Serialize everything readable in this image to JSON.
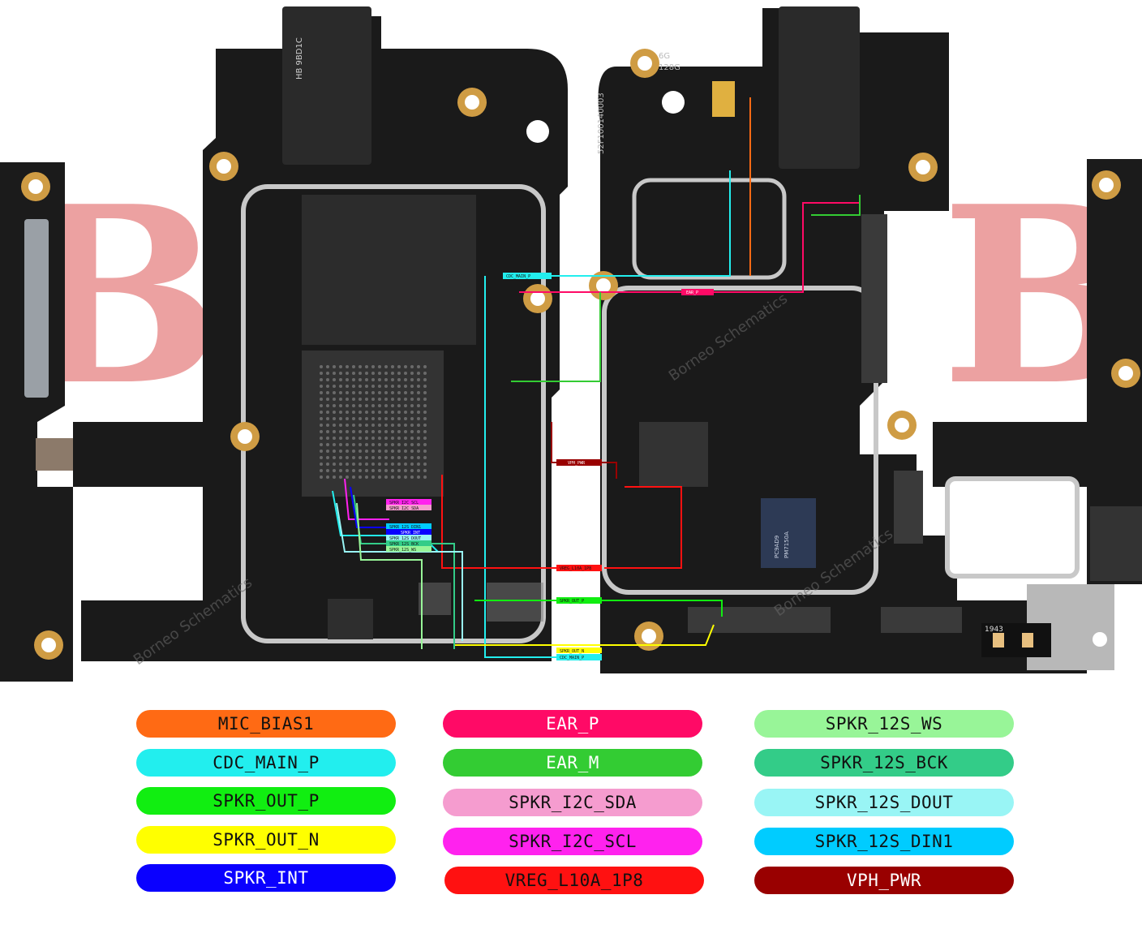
{
  "board_markings": {
    "left_jack_code": "HB 9BD1C",
    "memory_line1": "6G",
    "memory_line2": "128G",
    "serial": "52F100140003",
    "chip_line1": "PC9AD9",
    "chip_line2": "PM7150A",
    "date_code": "1943",
    "watermark_left": "Borneo Schematics",
    "watermark_center": "Borneo Schematics",
    "watermark_right": "Borneo Schematics"
  },
  "trace_labels": {
    "cdc_main_p": "CDC_MAIN_P",
    "ear_p": "EAR_P",
    "vph_pwr": "VPH_PWR",
    "vreg": "VREG_L10A_1P8",
    "spkr_out_p": "SPKR_OUT_P",
    "spkr_out_n": "SPKR_OUT_N",
    "cdc_main_p_bottom": "CDC_MAIN_P",
    "spkr_i2c_scl": "SPKR_I2C_SCL",
    "spkr_i2c_sda": "SPKR_I2C_SDA",
    "spkr_12s_din1": "SPKR_12S_DIN1",
    "spkr_int": "SPKR_INT",
    "spkr_12s_dout": "SPKR_12S_DOUT",
    "spkr_12s_bck": "SPKR_12S_BCK",
    "spkr_12s_ws": "SPKR_12S_WS"
  },
  "legend": [
    {
      "label": "MIC_BIAS1",
      "color": "#ff6a14",
      "text_color": "#111111"
    },
    {
      "label": "EAR_P",
      "color": "#ff0a66",
      "text_color": "#ffffff"
    },
    {
      "label": "SPKR_12S_WS",
      "color": "#98f598",
      "text_color": "#111111"
    },
    {
      "label": "CDC_MAIN_P",
      "color": "#22eeee",
      "text_color": "#111111"
    },
    {
      "label": "EAR_M",
      "color": "#33cc33",
      "text_color": "#ffffff"
    },
    {
      "label": "SPKR_12S_BCK",
      "color": "#33cc88",
      "text_color": "#111111"
    },
    {
      "label": "SPKR_OUT_P",
      "color": "#11ee11",
      "text_color": "#111111"
    },
    {
      "label": "SPKR_I2C_SDA",
      "color": "#f59ccf",
      "text_color": "#111111"
    },
    {
      "label": "SPKR_12S_DOUT",
      "color": "#99f5f5",
      "text_color": "#111111"
    },
    {
      "label": "SPKR_OUT_N",
      "color": "#ffff00",
      "text_color": "#111111"
    },
    {
      "label": "SPKR_I2C_SCL",
      "color": "#ff22ee",
      "text_color": "#111111"
    },
    {
      "label": "SPKR_12S_DIN1",
      "color": "#00ccff",
      "text_color": "#111111"
    },
    {
      "label": "SPKR_INT",
      "color": "#0a00ff",
      "text_color": "#ffffff"
    },
    {
      "label": "VREG_L10A_1P8",
      "color": "#ff1111",
      "text_color": "#111111"
    },
    {
      "label": "VPH_PWR",
      "color": "#990000",
      "text_color": "#ffffff"
    }
  ]
}
